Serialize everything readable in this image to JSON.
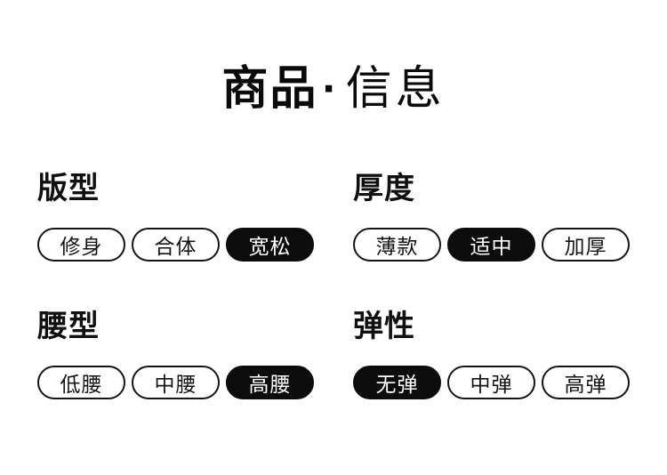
{
  "title": {
    "primary": "商品",
    "separator": "·",
    "secondary": "信息"
  },
  "sections": [
    {
      "id": "fit",
      "label": "版型",
      "options": [
        {
          "label": "修身",
          "selected": false
        },
        {
          "label": "合体",
          "selected": false
        },
        {
          "label": "宽松",
          "selected": true
        }
      ]
    },
    {
      "id": "thickness",
      "label": "厚度",
      "options": [
        {
          "label": "薄款",
          "selected": false
        },
        {
          "label": "适中",
          "selected": true
        },
        {
          "label": "加厚",
          "selected": false
        }
      ]
    },
    {
      "id": "waist",
      "label": "腰型",
      "options": [
        {
          "label": "低腰",
          "selected": false
        },
        {
          "label": "中腰",
          "selected": false
        },
        {
          "label": "高腰",
          "selected": true
        }
      ]
    },
    {
      "id": "elasticity",
      "label": "弹性",
      "options": [
        {
          "label": "无弹",
          "selected": true
        },
        {
          "label": "中弹",
          "selected": false
        },
        {
          "label": "高弹",
          "selected": false
        }
      ]
    }
  ],
  "colors": {
    "background": "#ffffff",
    "text": "#0f0f0f",
    "pill_border": "#141414",
    "pill_selected_bg": "#0c0c0c",
    "pill_selected_text": "#ffffff"
  }
}
